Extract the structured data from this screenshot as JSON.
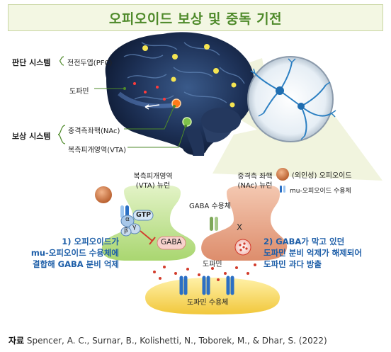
{
  "title": "오피오이드 보상 및 중독 기전",
  "brain": {
    "judgment_system": "판단 시스템",
    "pfc": "전전두엽(PFC)",
    "dopamine": "도파민",
    "reward_system": "보상 시스템",
    "nac": "중격측좌핵(NAc)",
    "vta": "복측피개영역(VTA)"
  },
  "cells": {
    "vta_neuron_line1": "복측피개영역",
    "vta_neuron_line2": "(VTA) 뉴런",
    "nac_neuron_line1": "중격측 좌핵",
    "nac_neuron_line2": "(NAc) 뉴런",
    "gtp": "GTP",
    "alpha": "α",
    "gamma": "γ",
    "beta": "β",
    "gaba": "GABA",
    "gaba_receptor": "GABA 수용체",
    "dopamine": "도파민",
    "dopamine_receptor": "도파민 수용체",
    "block_mark": "X"
  },
  "legend": {
    "opioid": "(외인성) 오피오이드",
    "mu_receptor": "mu-오피오이드 수용체"
  },
  "steps": {
    "step1_line1": "1) 오피오이드가",
    "step1_line2": "mu-오피오이드 수용체에",
    "step1_line3": "결합해 GABA 분비 억제",
    "step2_line1": "2) GABA가 막고 있던",
    "step2_line2": "도파민 분비 억제가 해제되어",
    "step2_line3": "도파민 과다 방출"
  },
  "source": {
    "label": "자료",
    "text": "Spencer, A. C., Surnar, B., Kolishetti, N., Toborek, M., & Dhar, S. (2022)"
  },
  "colors": {
    "title_green": "#4e8a2a",
    "step_blue": "#1d5ea8",
    "brain_dark": "#1a2a4a",
    "vta_green": "#bfe08f",
    "nac_salmon": "#e8a486",
    "receptor_blue": "#2b6fc4",
    "dopamine_red": "#d23b2b"
  }
}
